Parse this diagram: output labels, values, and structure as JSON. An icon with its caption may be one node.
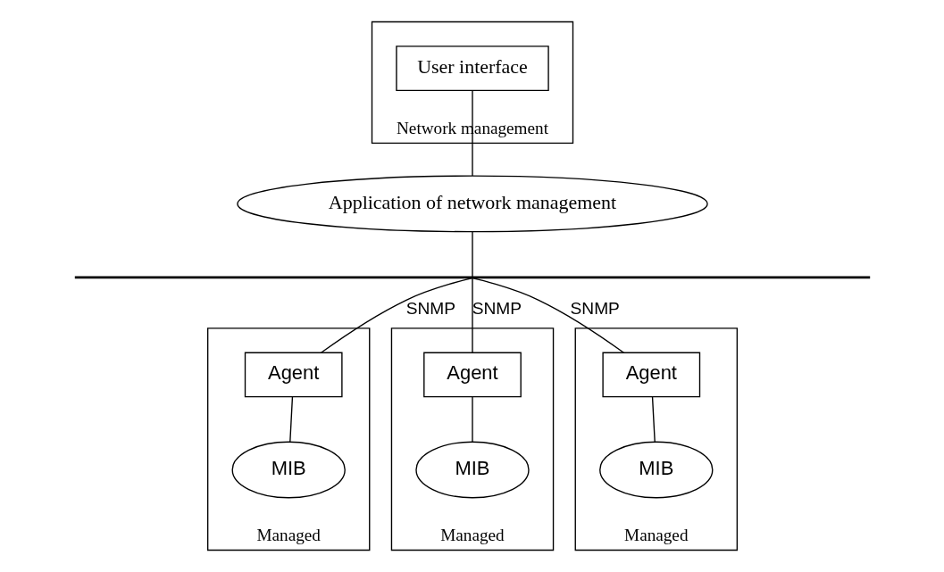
{
  "diagram": {
    "nodes": [
      {
        "text": [
          "Network management"
        ]
      },
      {
        "text": [
          "User interface"
        ],
        "in": 0
      },
      {
        "text": [
          "Application of network management"
        ]
      },
      {
        "text": [],
        "shape": "bar"
      },
      {
        "text": [
          "Managed"
        ]
      },
      {
        "text": [
          "Agent"
        ],
        "in": 4
      },
      {
        "text": [
          "MIB"
        ],
        "in": 4
      },
      {
        "text": [
          "Managed"
        ]
      },
      {
        "text": [
          "Agent"
        ],
        "in": 7
      },
      {
        "text": [
          "MIB"
        ],
        "in": 7
      },
      {
        "text": [
          "Managed"
        ]
      },
      {
        "text": [
          "Agent"
        ],
        "in": 10
      },
      {
        "text": [
          "MIB"
        ],
        "in": 10
      }
    ],
    "edges": [
      {
        "from": 1,
        "to": 2,
        "arrow": "none"
      },
      {
        "from": 2,
        "to": 3,
        "arrow": "none"
      },
      {
        "from": 3,
        "to": 5,
        "arrow": "none",
        "label": "SNMP"
      },
      {
        "from": 5,
        "to": 6,
        "arrow": "none"
      },
      {
        "from": 3,
        "to": 8,
        "arrow": "none",
        "label": "SNMP"
      },
      {
        "from": 8,
        "to": 9,
        "arrow": "none"
      },
      {
        "from": 3,
        "to": 11,
        "arrow": "none",
        "label": "SNMP"
      },
      {
        "from": 11,
        "to": 12,
        "arrow": "none"
      }
    ]
  }
}
